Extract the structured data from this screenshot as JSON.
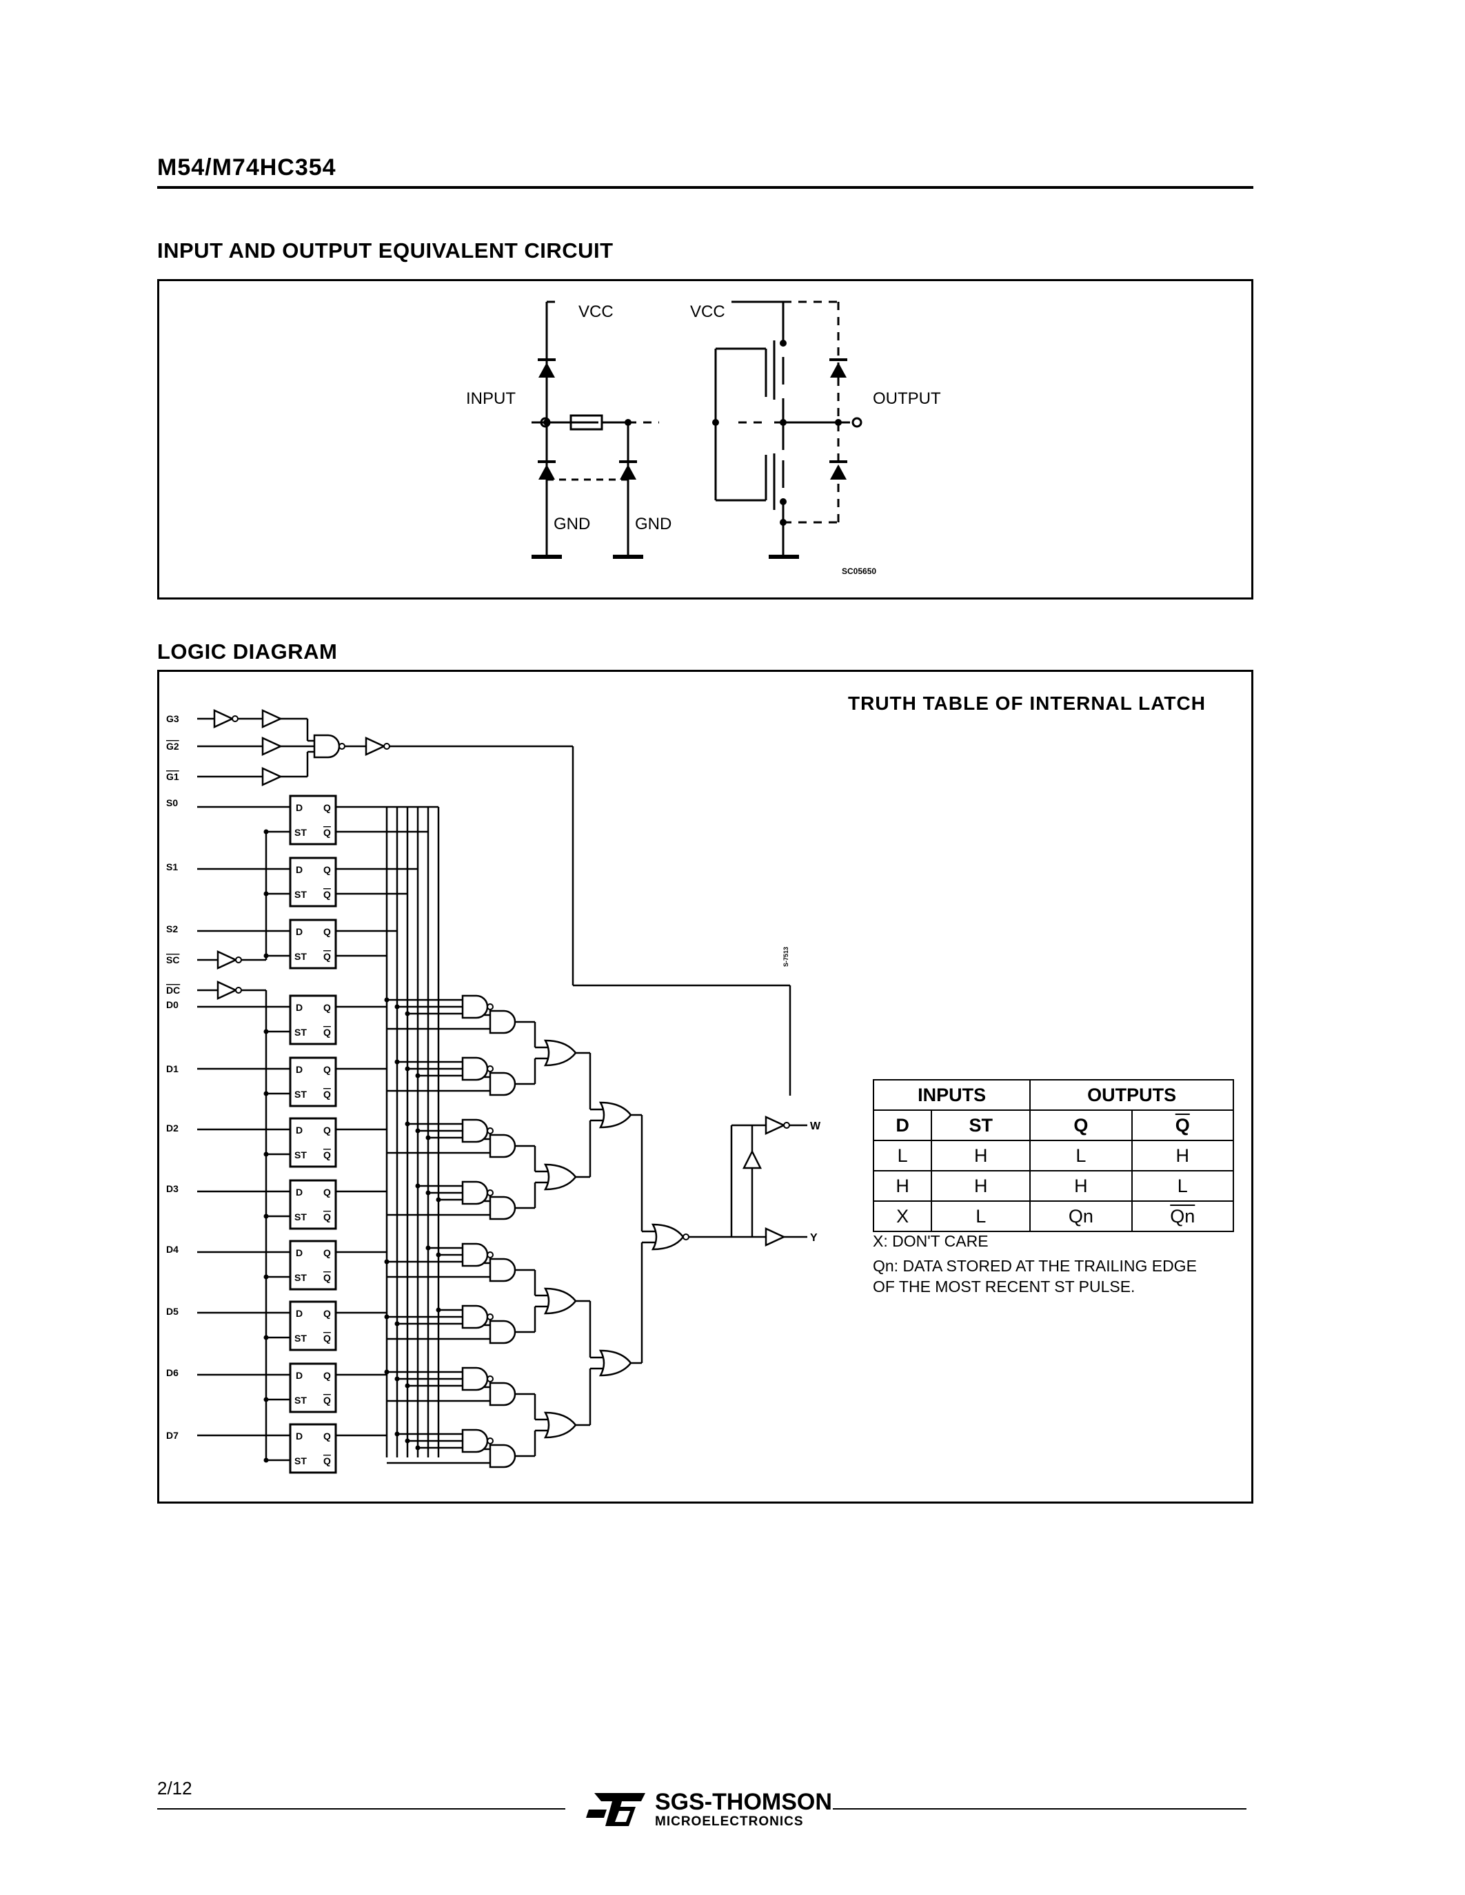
{
  "header": {
    "part_number": "M54/M74HC354"
  },
  "equivalent_circuit": {
    "title": "INPUT AND OUTPUT EQUIVALENT CIRCUIT",
    "vcc_left": "VCC",
    "vcc_right": "VCC",
    "input_label": "INPUT",
    "output_label": "OUTPUT",
    "gnd_1": "GND",
    "gnd_2": "GND",
    "figure_code": "SC05650"
  },
  "logic_diagram": {
    "title": "LOGIC DIAGRAM",
    "pins": [
      "G3",
      "G2",
      "G1",
      "S0",
      "S1",
      "S2",
      "SC",
      "DC",
      "D0",
      "D1",
      "D2",
      "D3",
      "D4",
      "D5",
      "D6",
      "D7"
    ],
    "latch_labels": {
      "d": "D",
      "q": "Q",
      "st": "ST",
      "qbar": "Q"
    },
    "output_y": "Y",
    "output_w": "W",
    "figure_code": "S-7513"
  },
  "truth_table": {
    "title": "TRUTH TABLE OF INTERNAL LATCH",
    "group_headers": [
      "INPUTS",
      "OUTPUTS"
    ],
    "columns": [
      "D",
      "ST",
      "Q",
      "Q"
    ],
    "rows": [
      [
        "L",
        "H",
        "L",
        "H"
      ],
      [
        "H",
        "H",
        "H",
        "L"
      ],
      [
        "X",
        "L",
        "Qn",
        "Qn"
      ]
    ],
    "notes": [
      "X: DON'T CARE",
      "Qn: DATA STORED AT THE TRAILING EDGE",
      "OF THE MOST RECENT ST PULSE."
    ]
  },
  "footer": {
    "page": "2/12",
    "logo_line1": "SGS-THOMSON",
    "logo_line2": "MICROELECTRONICS"
  }
}
